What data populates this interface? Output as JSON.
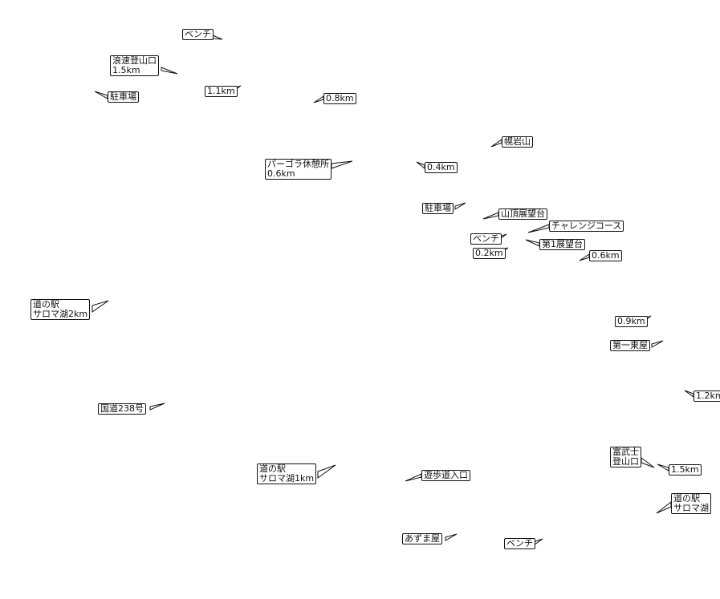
{
  "map": {
    "labels": [
      {
        "lines": [
          "ベンチ"
        ]
      },
      {
        "lines": [
          "浪速登山口",
          "1.5km"
        ]
      },
      {
        "lines": [
          "駐車場"
        ]
      },
      {
        "lines": [
          "1.1km"
        ]
      },
      {
        "lines": [
          "0.8km"
        ]
      },
      {
        "lines": [
          "幌岩山"
        ]
      },
      {
        "lines": [
          "パーゴラ休憩所",
          "0.6km"
        ]
      },
      {
        "lines": [
          "0.4km"
        ]
      },
      {
        "lines": [
          "駐車場"
        ]
      },
      {
        "lines": [
          "山頂展望台"
        ]
      },
      {
        "lines": [
          "チャレンジコース"
        ]
      },
      {
        "lines": [
          "ベンチ"
        ]
      },
      {
        "lines": [
          "0.2km"
        ]
      },
      {
        "lines": [
          "第1展望台"
        ]
      },
      {
        "lines": [
          "0.6km"
        ]
      },
      {
        "lines": [
          "道の駅",
          "サロマ湖2km"
        ]
      },
      {
        "lines": [
          "0.9km"
        ]
      },
      {
        "lines": [
          "第一東屋"
        ]
      },
      {
        "lines": [
          "1.2km"
        ]
      },
      {
        "lines": [
          "国道238号"
        ]
      },
      {
        "lines": [
          "道の駅",
          "サロマ湖1km"
        ]
      },
      {
        "lines": [
          "遊歩道入口"
        ]
      },
      {
        "lines": [
          "富武士",
          "登山口"
        ]
      },
      {
        "lines": [
          "1.5km"
        ]
      },
      {
        "lines": [
          "道の駅",
          "サロマ湖"
        ]
      },
      {
        "lines": [
          "あずま屋"
        ]
      },
      {
        "lines": [
          "ベンチ"
        ]
      }
    ]
  }
}
